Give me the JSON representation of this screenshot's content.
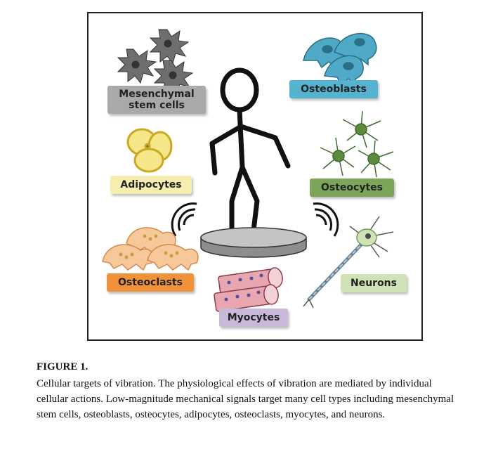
{
  "figure": {
    "labels": {
      "mesenchymal": "Mesenchymal stem cells",
      "osteoblasts": "Osteoblasts",
      "adipocytes": "Adipocytes",
      "osteocytes": "Osteocytes",
      "osteoclasts": "Osteoclasts",
      "neurons": "Neurons",
      "myocytes": "Myocytes"
    },
    "label_colors": {
      "mesenchymal": "#a9a9a9",
      "osteoblasts": "#55b3cf",
      "adipocytes": "#f5eeb0",
      "osteocytes": "#7da55a",
      "osteoclasts": "#f0923a",
      "neurons": "#cfe3b6",
      "myocytes": "#c9b8da"
    }
  },
  "caption": {
    "title": "FIGURE 1.",
    "text": "Cellular targets of vibration. The physiological effects of vibration are mediated by individual cellular actions. Low-magnitude mechanical signals target many cell types including mesenchymal stem cells, osteoblasts, osteocytes, adipocytes, osteoclasts, myocytes, and neurons."
  }
}
